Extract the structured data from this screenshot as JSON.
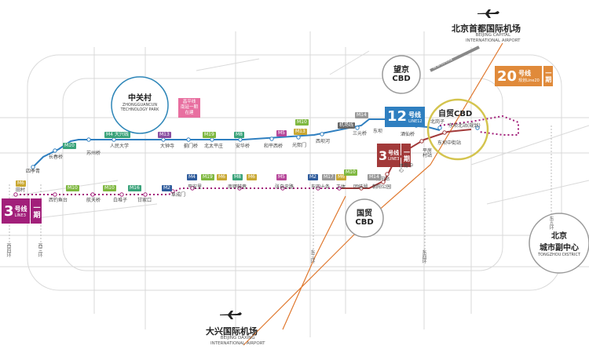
{
  "colors": {
    "line3": "#a23a3a",
    "line3_dotted": "#a21f7a",
    "line12": "#2f7fc0",
    "line20": "#e08a3a",
    "airport": "#e0782e",
    "zone_gold": "#d4c44e",
    "zone_gray": "#999999",
    "zone_teal": "#2e86b8",
    "zone_magenta": "#a21f7a"
  },
  "airports": {
    "capital": {
      "name_cn": "北京首都国际机场",
      "name_en_1": "BEIJING CAPITAL",
      "name_en_2": "INTERNATIONAL AIRPORT",
      "icon": "airplane-icon"
    },
    "daxing": {
      "name_cn": "大兴国际机场",
      "name_en_1": "BEIJING DAXING",
      "name_en_2": "INTERNATIONAL AIRPORT",
      "icon": "airplane-icon"
    }
  },
  "zones": {
    "zhongguancun": {
      "name_cn": "中关村",
      "name_en_1": "ZHONGGUANCUN",
      "name_en_2": "TECHNOLOGY PARK"
    },
    "wangjing": {
      "name_cn_1": "望京",
      "name_cn_2": "CBD"
    },
    "zimao": {
      "name_cn": "自贸CBD"
    },
    "guomao": {
      "name_cn_1": "国贸",
      "name_cn_2": "CBD"
    },
    "tongzhou": {
      "name_cn_1": "北京",
      "name_cn_2": "城市副中心",
      "name_en": "TONGZHOU DISTRICT"
    }
  },
  "line_boxes": {
    "line12": {
      "number": "12",
      "suffix": "号线",
      "en": "LINE12"
    },
    "line20": {
      "number": "20",
      "suffix": "号线",
      "en": "规划Line20",
      "phase": "一期"
    },
    "line3_left": {
      "number": "3",
      "suffix": "号线",
      "en": "LINE3",
      "phase": "一期"
    },
    "line3_mid": {
      "number": "3",
      "suffix": "号线",
      "en": "LINE3",
      "phase": "一期"
    }
  },
  "planning_tag": {
    "line_1": "昌平线",
    "line_2": "南延一期",
    "line_3": "在建"
  },
  "airport_express_label": "首都机场线",
  "rings": {
    "west4": "西四环",
    "west3": "西三环",
    "east3": "东三环",
    "east4": "东四环",
    "east5": "东五环"
  },
  "line12_stations": [
    {
      "name": "四季青"
    },
    {
      "name": "长春桥"
    },
    {
      "name": "苏州桥"
    },
    {
      "name": "人民大学"
    },
    {
      "name": "大钟寺"
    },
    {
      "name": "蓟门桥"
    },
    {
      "name": "北太平庄"
    },
    {
      "name": "安华桥"
    },
    {
      "name": "和平西桥"
    },
    {
      "name": "光熙门"
    },
    {
      "name": "西坝河"
    },
    {
      "name": "三元桥"
    },
    {
      "name": "酒仙桥"
    },
    {
      "name": "东坝"
    },
    {
      "name": "北岗子"
    },
    {
      "name": "东坝北站(规划)"
    }
  ],
  "line12_transfers": [
    {
      "label": "M10"
    },
    {
      "label": "M4 大兴线"
    },
    {
      "label": "M13"
    },
    {
      "label": "M19"
    },
    {
      "label": "M8"
    },
    {
      "label": "M5"
    },
    {
      "label": "M13"
    },
    {
      "label": "M10"
    },
    {
      "label": "机场线"
    },
    {
      "label": "M14"
    }
  ],
  "line3_stations": [
    {
      "name": "田村"
    },
    {
      "name": "西钓鱼台"
    },
    {
      "name": "航天桥"
    },
    {
      "name": "白堆子"
    },
    {
      "name": "甘家口"
    },
    {
      "name": "阜成门"
    },
    {
      "name": "平安里"
    },
    {
      "name": "南锣鼓巷"
    },
    {
      "name": "张自忠路"
    },
    {
      "name": "东四十条"
    },
    {
      "name": "工体"
    },
    {
      "name": "团结湖"
    },
    {
      "name": "朝阳公园"
    },
    {
      "name": "朝阳站"
    },
    {
      "name": "体育中心"
    },
    {
      "name": "平房村站"
    },
    {
      "name": "东坝中街站"
    }
  ],
  "line3_transfers": [
    {
      "label": "M6"
    },
    {
      "label": "M10"
    },
    {
      "label": "M10"
    },
    {
      "label": "M16"
    },
    {
      "label": "M2"
    },
    {
      "label": "M4"
    },
    {
      "label": "M19"
    },
    {
      "label": "M6"
    },
    {
      "label": "M8"
    },
    {
      "label": "M6"
    },
    {
      "label": "M5"
    },
    {
      "label": "M2"
    },
    {
      "label": "M17"
    },
    {
      "label": "M6"
    },
    {
      "label": "M10"
    },
    {
      "label": "M14"
    }
  ]
}
